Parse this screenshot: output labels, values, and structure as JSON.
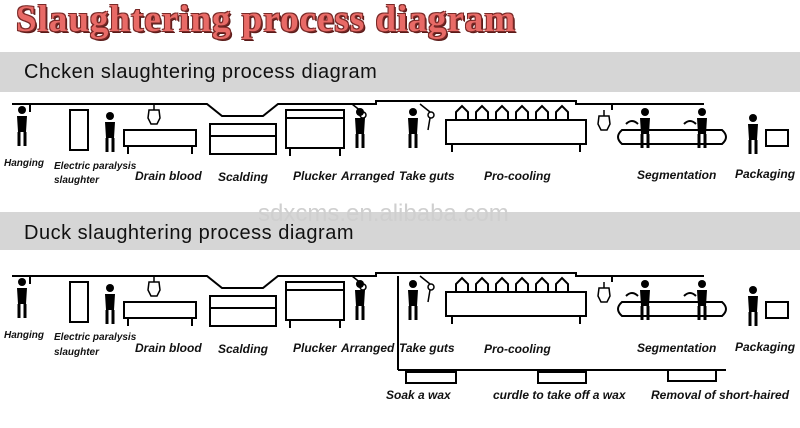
{
  "title": "Slaughtering process diagram",
  "chicken_section": {
    "heading": "Chcken slaughtering process diagram",
    "steps": [
      "Hanging",
      "Electric paralysis",
      "slaughter",
      "Drain blood",
      "Scalding",
      "Plucker",
      "Arranged",
      "Take guts",
      "Pro-cooling",
      "Segmentation",
      "Packaging"
    ]
  },
  "duck_section": {
    "heading": "Duck slaughtering process diagram",
    "steps": [
      "Hanging",
      "Electric paralysis",
      "slaughter",
      "Drain blood",
      "Scalding",
      "Plucker",
      "Arranged",
      "Take guts",
      "Pro-cooling",
      "Segmentation",
      "Packaging"
    ],
    "wax_steps": [
      "Soak a wax",
      "curdle to take off a wax",
      "Removal of short-haired"
    ]
  },
  "watermark": "sdxcms.en.alibaba.com",
  "colors": {
    "title_red": "#e86a66",
    "band_gray": "#d6d6d6"
  }
}
